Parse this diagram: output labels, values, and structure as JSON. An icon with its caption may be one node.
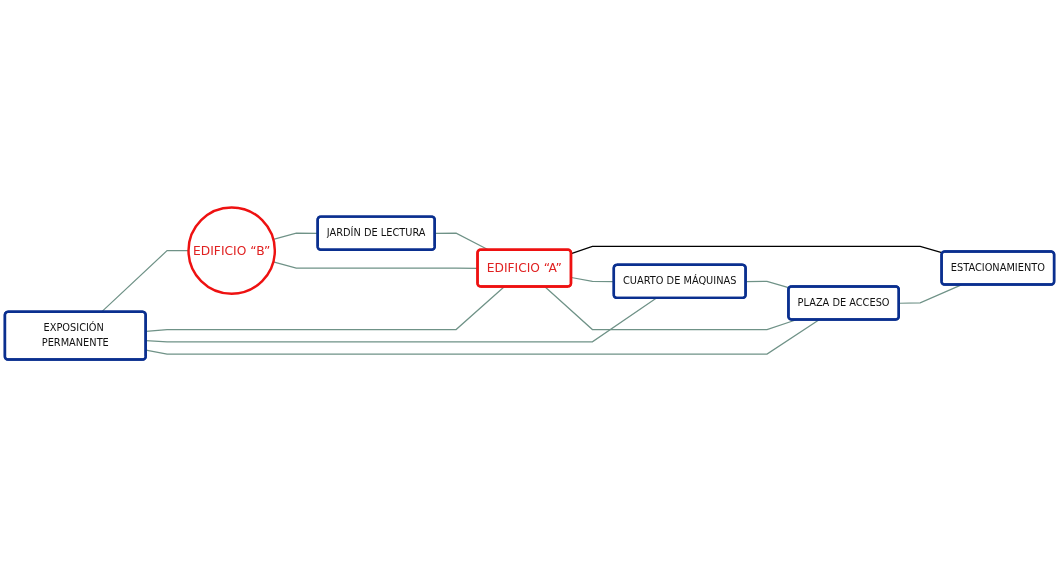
{
  "diagram": {
    "nodes": [
      {
        "text": [
          "EDIFICIO “B”"
        ]
      },
      {
        "text": [
          "JARDÍN DE LECTURA"
        ]
      },
      {
        "text": [
          "EXPOSICIÓN PERMANENTE"
        ]
      },
      {
        "text": [
          "ESTACIONAMIENTO"
        ]
      },
      {
        "text": [
          "EDIFICIO “A”"
        ]
      },
      {
        "text": [
          "CUARTO DE MÁQUINAS"
        ]
      },
      {
        "text": [
          "PLAZA DE ACCESO"
        ]
      }
    ],
    "edges": [
      {
        "from": 2,
        "to": 0,
        "arrow": "none"
      },
      {
        "from": 0,
        "to": 1,
        "arrow": "none"
      },
      {
        "from": 0,
        "to": 4,
        "arrow": "none"
      },
      {
        "from": 1,
        "to": 4,
        "arrow": "none"
      },
      {
        "from": 2,
        "to": 4,
        "arrow": "none"
      },
      {
        "from": 4,
        "to": 3,
        "arrow": "none",
        "color": "#000000"
      },
      {
        "from": 2,
        "to": 5,
        "arrow": "none"
      },
      {
        "from": 2,
        "to": 6,
        "arrow": "none"
      },
      {
        "from": 4,
        "to": 5,
        "arrow": "none"
      },
      {
        "from": 4,
        "to": 6,
        "arrow": "none"
      },
      {
        "from": 5,
        "to": 6,
        "arrow": "none"
      },
      {
        "from": 6,
        "to": 3,
        "arrow": "none"
      }
    ]
  }
}
